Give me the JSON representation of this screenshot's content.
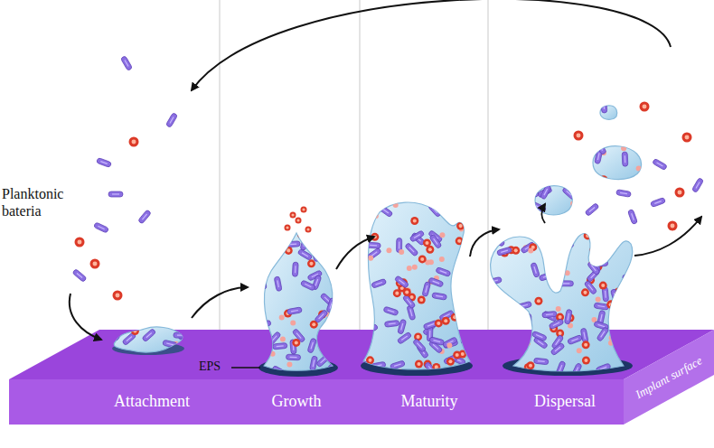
{
  "diagram": {
    "labels": [
      "Planktonic bateria",
      "EPS",
      "Attachment",
      "Growth",
      "Maturity",
      "Dispersal",
      "Implant surface"
    ]
  }
}
